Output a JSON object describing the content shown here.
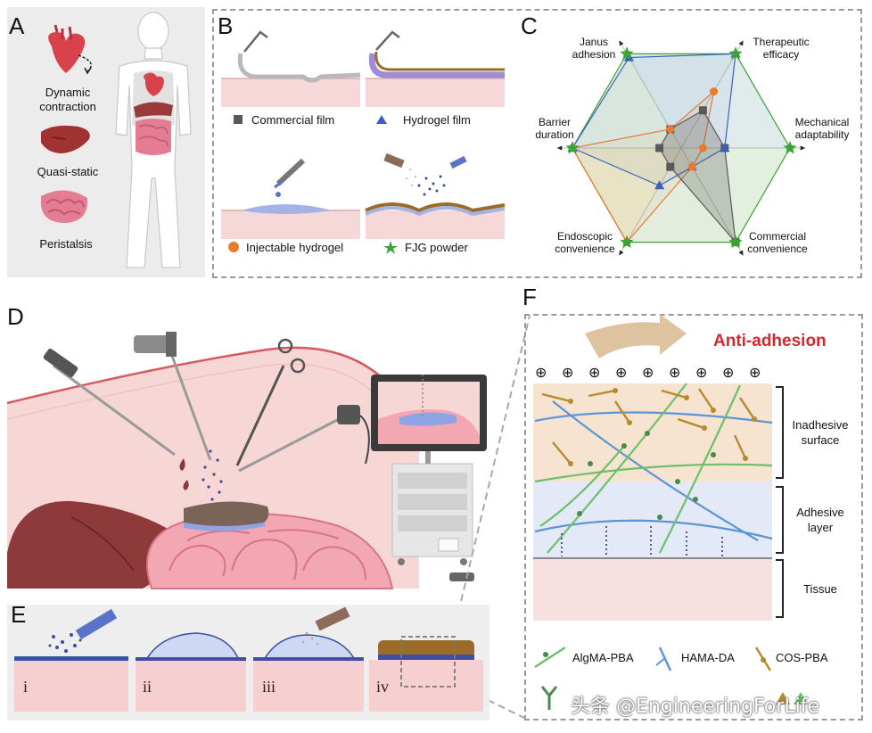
{
  "panel_labels": {
    "a": "A",
    "b": "B",
    "c": "C",
    "d": "D",
    "e": "E",
    "f": "F"
  },
  "panel_a": {
    "organs": [
      {
        "label_lines": [
          "Dynamic",
          "contraction"
        ],
        "icon": "heart-icon"
      },
      {
        "label_lines": [
          "Quasi-static"
        ],
        "icon": "liver-icon"
      },
      {
        "label_lines": [
          "Peristalsis"
        ],
        "icon": "intestine-icon"
      }
    ]
  },
  "panel_b": {
    "methods": [
      {
        "name": "Commercial film",
        "marker": "square",
        "color": "#595959"
      },
      {
        "name": "Hydrogel film",
        "marker": "triangle",
        "color": "#3a5fc0"
      },
      {
        "name": "Injectable hydrogel",
        "marker": "circle",
        "color": "#ea7a2e"
      },
      {
        "name": "FJG powder",
        "marker": "star",
        "color": "#3aa535"
      }
    ]
  },
  "panel_c": {
    "axes": [
      {
        "lines": [
          "Therapeutic",
          "efficacy"
        ]
      },
      {
        "lines": [
          "Mechanical",
          "adaptability"
        ]
      },
      {
        "lines": [
          "Commercial",
          "convenience"
        ]
      },
      {
        "lines": [
          "Endoscopic",
          "convenience"
        ]
      },
      {
        "lines": [
          "Barrier",
          "duration"
        ]
      },
      {
        "lines": [
          "Janus",
          "adhesion"
        ]
      }
    ]
  },
  "chart_data": {
    "type": "radar",
    "axes": [
      "Therapeutic efficacy",
      "Mechanical adaptability",
      "Commercial convenience",
      "Endoscopic convenience",
      "Barrier duration",
      "Janus adhesion"
    ],
    "range": [
      0,
      5
    ],
    "series": [
      {
        "name": "Commercial film",
        "values": [
          2.0,
          2.0,
          5.0,
          1.0,
          1.0,
          1.0
        ]
      },
      {
        "name": "Hydrogel film",
        "values": [
          5.0,
          2.0,
          1.0,
          2.0,
          5.0,
          4.8
        ]
      },
      {
        "name": "Injectable hydrogel",
        "values": [
          3.0,
          1.0,
          1.0,
          5.0,
          5.0,
          1.0
        ]
      },
      {
        "name": "FJG powder",
        "values": [
          5.0,
          5.0,
          5.0,
          5.0,
          5.0,
          5.0
        ]
      }
    ],
    "colors": {
      "Commercial film": "#595959",
      "Hydrogel film": "#3a5fc0",
      "Injectable hydrogel": "#ea7a2e",
      "FJG powder": "#3aa535"
    }
  },
  "panel_e": {
    "steps": [
      "i",
      "ii",
      "iii",
      "iv"
    ]
  },
  "panel_f": {
    "title": "Anti-adhesion",
    "charge_symbol": "⊕",
    "zones": [
      {
        "lines": [
          "Inadhesive",
          "surface"
        ]
      },
      {
        "lines": [
          "Adhesive",
          "layer"
        ]
      },
      {
        "lines": [
          "Tissue"
        ]
      }
    ],
    "legend": [
      {
        "name": "AlgMA-PBA",
        "color": "#6cc06a"
      },
      {
        "name": "HAMA-DA",
        "color": "#5b95d6"
      },
      {
        "name": "COS-PBA",
        "color": "#b88a2e"
      }
    ]
  },
  "watermark": "头条 @EngineeringForLife"
}
